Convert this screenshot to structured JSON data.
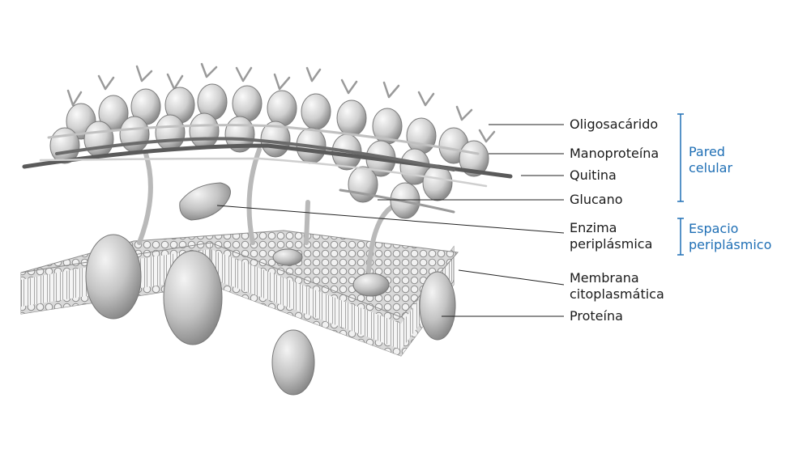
{
  "labels": {
    "oligosacarido": "Oligosacárido",
    "manoproteina": "Manoproteína",
    "quitina": "Quitina",
    "glucano": "Glucano",
    "enzima_line1": "Enzima",
    "enzima_line2": "periplásmica",
    "membrana_line1": "Membrana",
    "membrana_line2": "citoplasmática",
    "proteina": "Proteína"
  },
  "groups": {
    "pared_line1": "Pared",
    "pared_line2": "celular",
    "espacio_line1": "Espacio",
    "espacio_line2": "periplásmico"
  },
  "colors": {
    "label_text": "#1a1a1a",
    "group_accent": "#1f6fb5",
    "leader_line": "#222222",
    "structure_gray": "#b8b8b8",
    "fiber_dark": "#5a5a5a"
  }
}
